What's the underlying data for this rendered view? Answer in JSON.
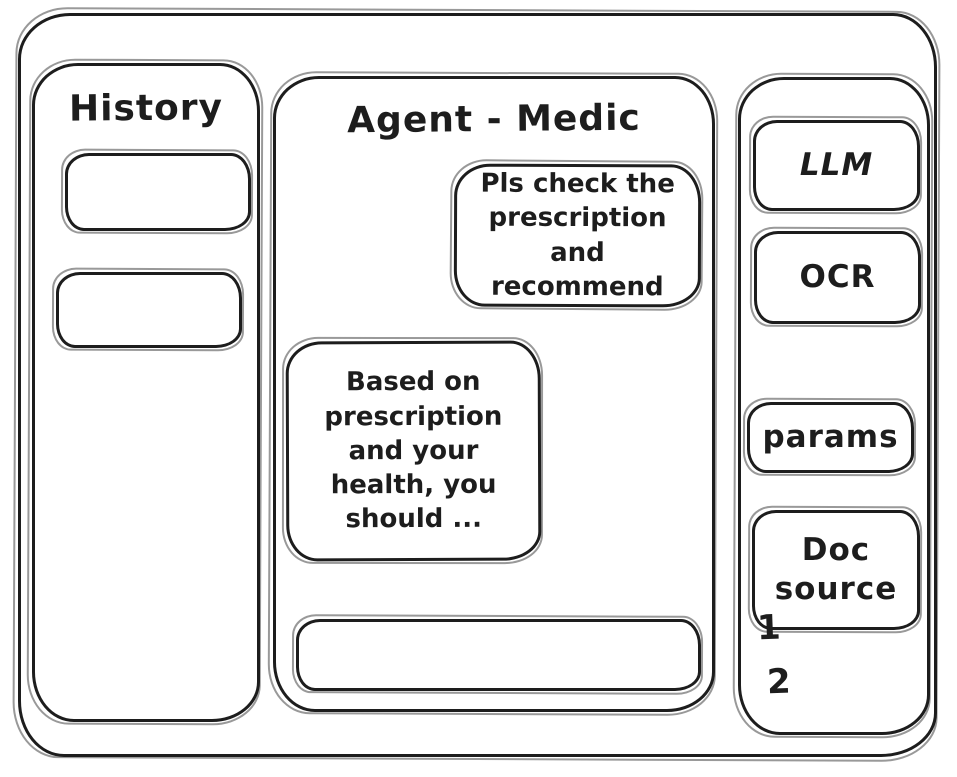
{
  "canvas": {
    "background": "#ffffff",
    "ink": "#1d1d1d"
  },
  "history_panel": {
    "title": "History",
    "items": [
      {
        "label": ""
      },
      {
        "label": ""
      }
    ]
  },
  "chat_panel": {
    "title": "Agent - Medic",
    "messages": [
      {
        "role": "user",
        "text": "Pls check the\nprescription\nand recommend"
      },
      {
        "role": "assistant",
        "text": "Based on\nprescription\nand your\nhealth, you\nshould ..."
      }
    ],
    "input": {
      "value": "",
      "placeholder": ""
    }
  },
  "tools_panel": {
    "buttons": [
      {
        "id": "llm",
        "label": "LLM"
      },
      {
        "id": "ocr",
        "label": "OCR"
      },
      {
        "id": "params",
        "label": "params"
      },
      {
        "id": "doc-source",
        "label": "Doc\nsource"
      }
    ],
    "doc_source_list": [
      "1",
      "2"
    ]
  }
}
